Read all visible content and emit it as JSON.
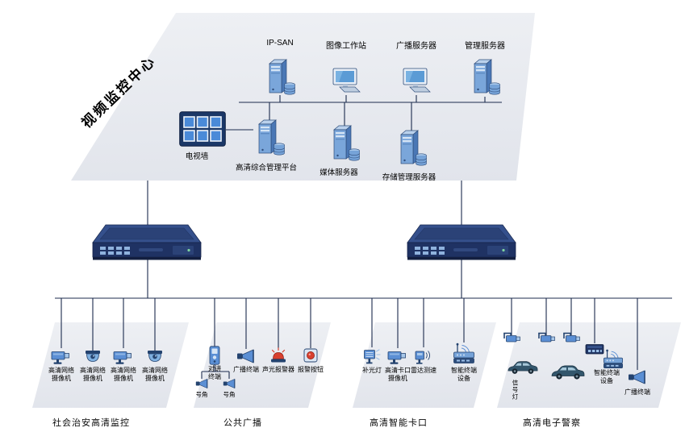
{
  "title": "视频监控中心",
  "colors": {
    "line": "#1c2b4d",
    "device_blue": "#5b8fd4",
    "dark_navy": "#1f3263",
    "alarm_red": "#d8402f",
    "platform_gray": "#e8eaf0"
  },
  "center": {
    "top_devices": [
      {
        "label": "IP-SAN",
        "icon": "server-with-disk"
      },
      {
        "label": "图像工作站",
        "icon": "workstation"
      },
      {
        "label": "广播服务器",
        "icon": "workstation"
      },
      {
        "label": "管理服务器",
        "icon": "server-with-disk"
      }
    ],
    "lower_devices": [
      {
        "label": "电视墙",
        "icon": "tv-wall"
      },
      {
        "label": "高清综合管理平台",
        "icon": "server-with-disk"
      },
      {
        "label": "媒体服务器",
        "icon": "server-with-disk"
      },
      {
        "label": "存储管理服务器",
        "icon": "server-with-disk"
      }
    ]
  },
  "groups": [
    {
      "name": "社会治安高清监控",
      "devices": [
        {
          "label": "高清网络\n摄像机",
          "icon": "box-camera"
        },
        {
          "label": "高清网络\n摄像机",
          "icon": "dome-camera"
        },
        {
          "label": "高清网络\n摄像机",
          "icon": "box-camera"
        },
        {
          "label": "高清网络\n摄像机",
          "icon": "dome-camera"
        }
      ]
    },
    {
      "name": "公共广播",
      "devices": [
        {
          "label": "对讲\n终端",
          "icon": "intercom"
        },
        {
          "label": "广播终端",
          "icon": "horn-speaker"
        },
        {
          "label": "声光报警器",
          "icon": "alarm-beacon"
        },
        {
          "label": "报警按钮",
          "icon": "alarm-button"
        }
      ],
      "horns": [
        {
          "label": "号角",
          "icon": "horn-speaker"
        },
        {
          "label": "号角",
          "icon": "horn-speaker"
        }
      ]
    },
    {
      "name": "高清智能卡口",
      "devices": [
        {
          "label": "补光灯",
          "icon": "fill-light"
        },
        {
          "label": "高清卡口\n摄像机",
          "icon": "box-camera"
        },
        {
          "label": "雷达测速",
          "icon": "radar"
        },
        {
          "label": "智能终端\n设备",
          "icon": "wireless-terminal"
        }
      ]
    },
    {
      "name": "高清电子警察",
      "devices": [
        {
          "label": "信号灯",
          "icon": "traffic-signal"
        },
        {
          "label": "智能终端\n设备",
          "icon": "wireless-terminal"
        },
        {
          "label": "广播终端",
          "icon": "horn-speaker"
        }
      ]
    }
  ]
}
